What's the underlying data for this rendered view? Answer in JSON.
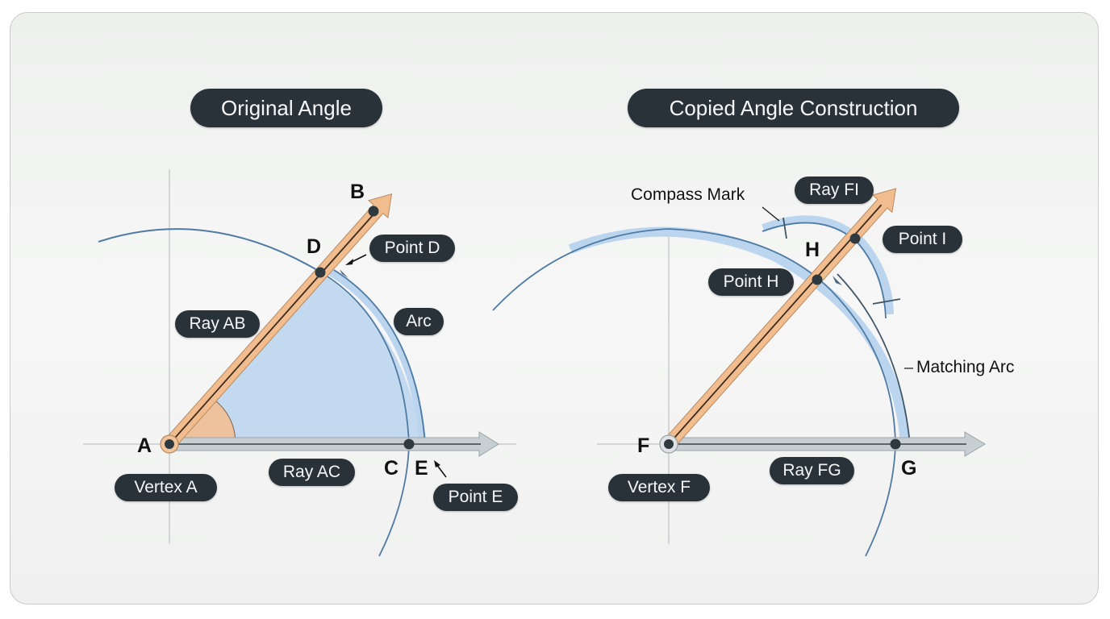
{
  "panels": {
    "left": {
      "title": "Original Angle",
      "point_labels": {
        "A": "A",
        "B": "B",
        "C": "C",
        "D": "D",
        "E": "E"
      },
      "callouts": {
        "ray_ab": "Ray AB",
        "ray_ac": "Ray AC",
        "point_d": "Point D",
        "arc": "Arc",
        "vertex_a": "Vertex A",
        "point_e": "Point E"
      }
    },
    "right": {
      "title": "Copied Angle Construction",
      "point_labels": {
        "F": "F",
        "G": "G",
        "H": "H"
      },
      "callouts": {
        "compass_mark": "Compass Mark",
        "ray_fi": "Ray FI",
        "point_i": "Point I",
        "point_h": "Point H",
        "matching_arc": "Matching Arc",
        "vertex_f": "Vertex F",
        "ray_fg": "Ray FG"
      }
    }
  },
  "colors": {
    "pill_bg": "#283238",
    "ray_orange": "#f2bd8e",
    "ray_gray": "#c4cbcf",
    "arc_blue": "#4f7aa3",
    "fill_blue": "#c3d9ef",
    "highlight_blue": "#bcd5ee"
  }
}
